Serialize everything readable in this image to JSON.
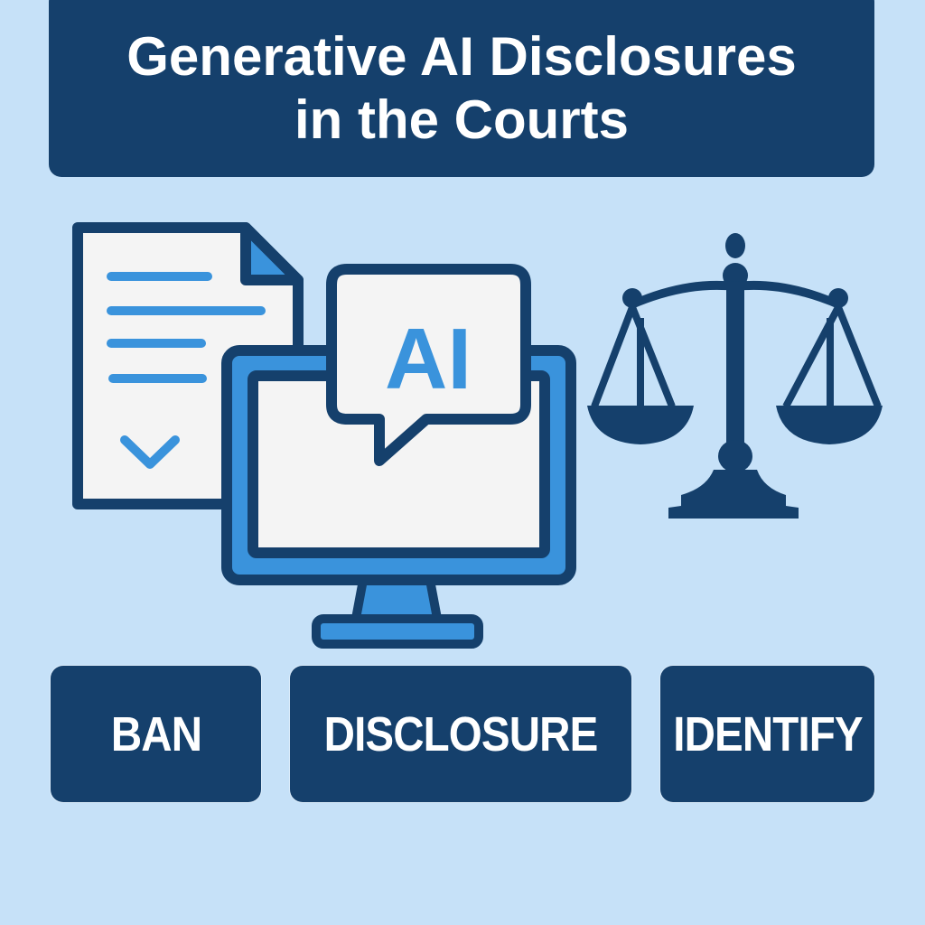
{
  "header": {
    "title_line1": "Generative AI Disclosures",
    "title_line2": "in the Courts"
  },
  "illustration": {
    "document_icon": "document-with-checkmark-icon",
    "monitor_icon": "computer-monitor-icon",
    "speech_bubble_text": "AI",
    "scales_icon": "scales-of-justice-icon"
  },
  "categories": [
    {
      "label": "BAN"
    },
    {
      "label": "DISCLOSURE"
    },
    {
      "label": "IDENTIFY"
    }
  ],
  "colors": {
    "background": "#c6e1f8",
    "navy": "#15406c",
    "accent_blue": "#3a93dc",
    "paper_white": "#f4f4f4",
    "text_white": "#ffffff"
  }
}
